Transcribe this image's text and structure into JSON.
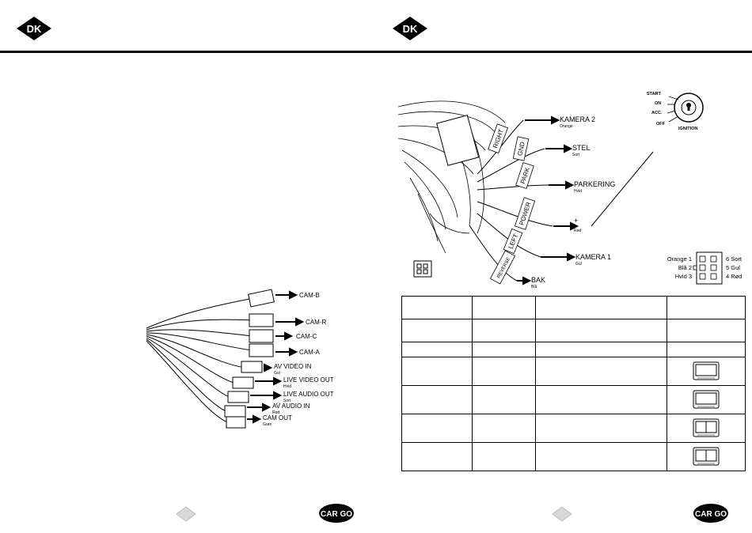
{
  "header": {
    "lang_badge": "DK"
  },
  "footer": {
    "brand": "CAR GO"
  },
  "left_diagram": {
    "labels": [
      {
        "main": "CAM-B",
        "sub": ""
      },
      {
        "main": "CAM-R",
        "sub": ""
      },
      {
        "main": "CAM-C",
        "sub": ""
      },
      {
        "main": "CAM-A",
        "sub": ""
      },
      {
        "main": "AV VIDEO IN",
        "sub": "Gul"
      },
      {
        "main": "LIVE VIDEO OUT",
        "sub": "Hvid"
      },
      {
        "main": "LIVE AUDIO OUT",
        "sub": "Sort"
      },
      {
        "main": "AV AUDIO IN",
        "sub": "Rød"
      },
      {
        "main": "CAM OUT",
        "sub": "Grøn"
      }
    ]
  },
  "harness": {
    "wire_tags": [
      "RIGHT",
      "GND",
      "PARK",
      "POWER",
      "LEFT",
      "REVERSE"
    ],
    "labels": [
      {
        "main": "KAMERA 2",
        "sub": "Orange"
      },
      {
        "main": "STEL",
        "sub": "Sort"
      },
      {
        "main": "PARKERING",
        "sub": "Hvid"
      },
      {
        "main": "+",
        "sub": "Rød"
      },
      {
        "main": "KAMERA 1",
        "sub": "Gul"
      },
      {
        "main": "BAK",
        "sub": "Blå"
      }
    ]
  },
  "ignition": {
    "positions": [
      "START",
      "ON",
      "ACC.",
      "OFF"
    ],
    "caption": "IGNITION"
  },
  "connector": {
    "left_pins": [
      "Orange 1",
      "Blå 2",
      "Hvid 3"
    ],
    "right_pins": [
      "6 Sort",
      "5 Gul",
      "4 Rød"
    ]
  },
  "table": {
    "rows": [
      {
        "screen": "none"
      },
      {
        "screen": "none"
      },
      {
        "screen": "none"
      },
      {
        "screen": "single"
      },
      {
        "screen": "single"
      },
      {
        "screen": "split"
      },
      {
        "screen": "split"
      }
    ]
  }
}
